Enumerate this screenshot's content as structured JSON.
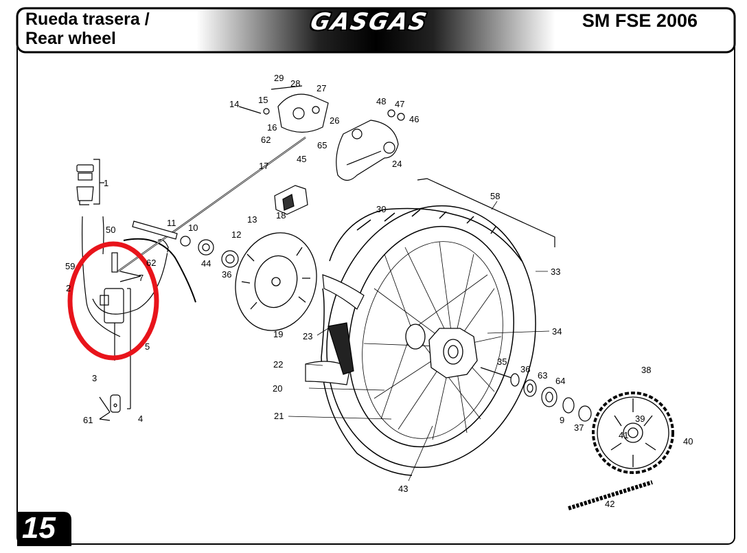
{
  "header": {
    "title_es": "Rueda trasera /",
    "title_en": "Rear wheel",
    "brand": "GASGAS",
    "model": "SM FSE 2006"
  },
  "page_number": "15",
  "colors": {
    "highlight_circle": "#e8141b",
    "frame": "#000000",
    "header_gradient_center": "#000000"
  },
  "parts": [
    "1",
    "2",
    "3",
    "4",
    "5",
    "7",
    "9",
    "10",
    "11",
    "12",
    "13",
    "14",
    "15",
    "16",
    "17",
    "18",
    "19",
    "20",
    "21",
    "22",
    "23",
    "24",
    "26",
    "27",
    "28",
    "29",
    "30",
    "33",
    "34",
    "35",
    "36",
    "36",
    "37",
    "38",
    "39",
    "40",
    "41",
    "42",
    "43",
    "44",
    "45",
    "46",
    "47",
    "48",
    "50",
    "58",
    "59",
    "61",
    "62",
    "62",
    "63",
    "64",
    "65"
  ]
}
